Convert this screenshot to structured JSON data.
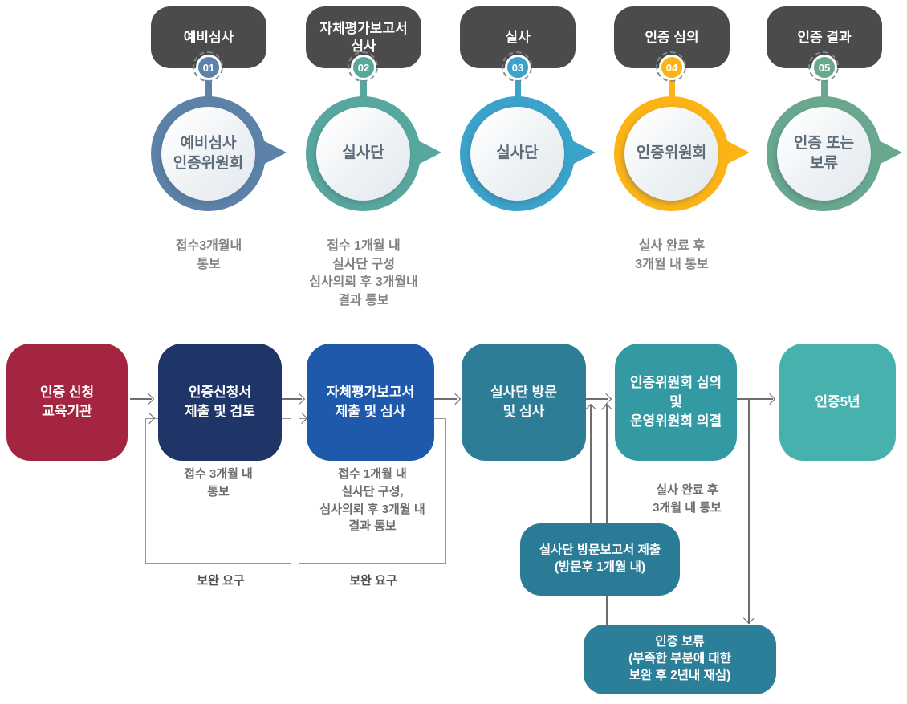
{
  "colors": {
    "step_label_bg": "#4b4b4b",
    "line": "#6e6e6e",
    "loop_border": "#979797"
  },
  "process_steps": [
    {
      "num": "01",
      "label": "예비심사",
      "actor": "예비심사\n인증위원회",
      "note": "접수3개월내\n통보",
      "color": "#5d82a9"
    },
    {
      "num": "02",
      "label": "자체평가보고서\n심사",
      "actor": "실사단",
      "note": "접수 1개월 내\n실사단 구성\n심사의뢰 후 3개월내\n결과 통보",
      "color": "#58a79e"
    },
    {
      "num": "03",
      "label": "실사",
      "actor": "실사단",
      "note": "",
      "color": "#3ba2c9"
    },
    {
      "num": "04",
      "label": "인증 심의",
      "actor": "인증위원회",
      "note": "실사 완료 후\n3개월 내 통보",
      "color": "#fcb315"
    },
    {
      "num": "05",
      "label": "인증 결과",
      "actor": "인증 또는\n보류",
      "note": "",
      "color": "#69a88e"
    }
  ],
  "flowchart": {
    "nodes": {
      "apply": {
        "label": "인증 신청\n교육기관",
        "color": "#a42540"
      },
      "submit": {
        "label": "인증신청서\n제출 및 검토",
        "color": "#1f3467"
      },
      "self_report": {
        "label": "자체평가보고서\n제출 및 심사",
        "color": "#1e59ac"
      },
      "visit": {
        "label": "실사단 방문\n및 심사",
        "color": "#2d7d97"
      },
      "committee": {
        "label": "인증위원회 심의\n및\n운영위원회 의결",
        "color": "#339aa3"
      },
      "cert5": {
        "label": "인증5년",
        "color": "#47b1ae"
      },
      "visit_report": {
        "label": "실사단 방문보고서 제출\n(방문후 1개월 내)",
        "color": "#2a7b96"
      },
      "hold": {
        "label": "인증 보류\n(부족한 부분에 대한\n보완 후 2년내 재심)",
        "color": "#2c7f99"
      }
    },
    "notes": {
      "submit_note": "접수 3개월 내\n통보",
      "report_note": "접수 1개월 내\n실사단 구성,\n심사의뢰 후 3개월 내\n결과 통보",
      "committee_note": "실사 완료 후\n3개월 내 통보",
      "supplement_request_1": "보완 요구",
      "supplement_request_2": "보완 요구"
    }
  }
}
